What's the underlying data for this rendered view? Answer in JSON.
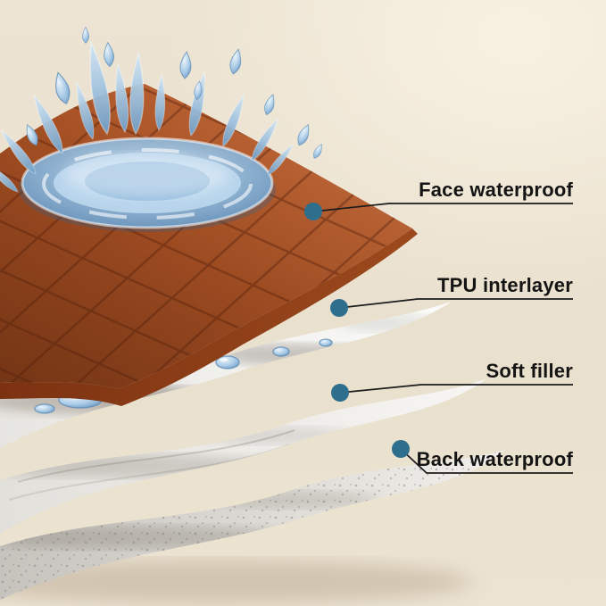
{
  "colors": {
    "background": "#ece3d1",
    "face_layer": "#b05526",
    "face_layer_dark": "#8a3a16",
    "tpu_layer": "#f3f3f1",
    "soft_filler": "#efeeec",
    "back_layer": "#d7d5d0",
    "water": "#7fb0d6",
    "callout_dot": "#2f6f8e",
    "callout_line": "#1c1c1c",
    "label_text": "#141414"
  },
  "callouts": [
    {
      "label": "Face waterproof"
    },
    {
      "label": "TPU interlayer"
    },
    {
      "label": "Soft filler"
    },
    {
      "label": "Back waterproof"
    }
  ]
}
